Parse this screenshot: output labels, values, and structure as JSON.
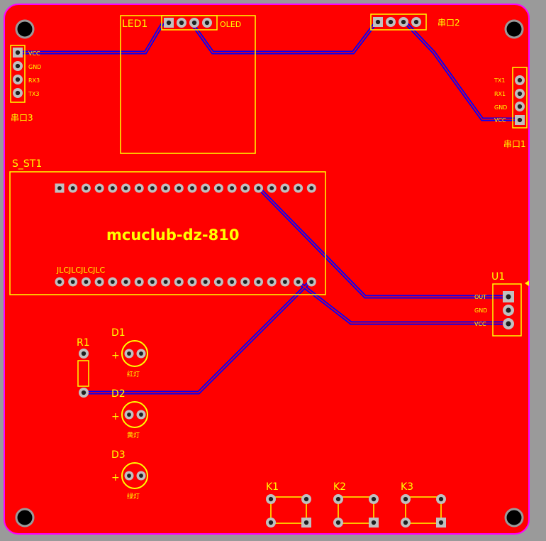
{
  "colors": {
    "background": "#9a9a9a",
    "board": "#ff0000",
    "outline": "#ff00ff",
    "silk": "#ffff00",
    "trace": "#0000ff",
    "pad": "#c0c0c0",
    "hole": "#202020",
    "mount_hole": "#000000"
  },
  "board_title": "mcuclub-dz-810",
  "designators": {
    "led1": "LED1",
    "oled": "OLED",
    "uart2": "串口2",
    "uart3": "串口3",
    "uart1": "串口1",
    "s_st1": "S_ST1",
    "u1": "U1",
    "r1": "R1",
    "d1": "D1",
    "d2": "D2",
    "d3": "D3",
    "k1": "K1",
    "k2": "K2",
    "k3": "K3",
    "jlc": "JLCJLCJLCJLC"
  },
  "led_labels": {
    "d1": "红灯",
    "d2": "黄灯",
    "d3": "绿灯"
  },
  "plus_sign": "+",
  "pin_labels": {
    "uart3": [
      "VCC",
      "GND",
      "RX3",
      "TX3"
    ],
    "uart1": [
      "TX1",
      "RX1",
      "GND",
      "VCC"
    ],
    "u1": [
      "OUT",
      "GND",
      "VCC"
    ]
  },
  "icons": {
    "mount_holes": "mounting-hole-icon",
    "pads": "pcb-pad-icon"
  }
}
